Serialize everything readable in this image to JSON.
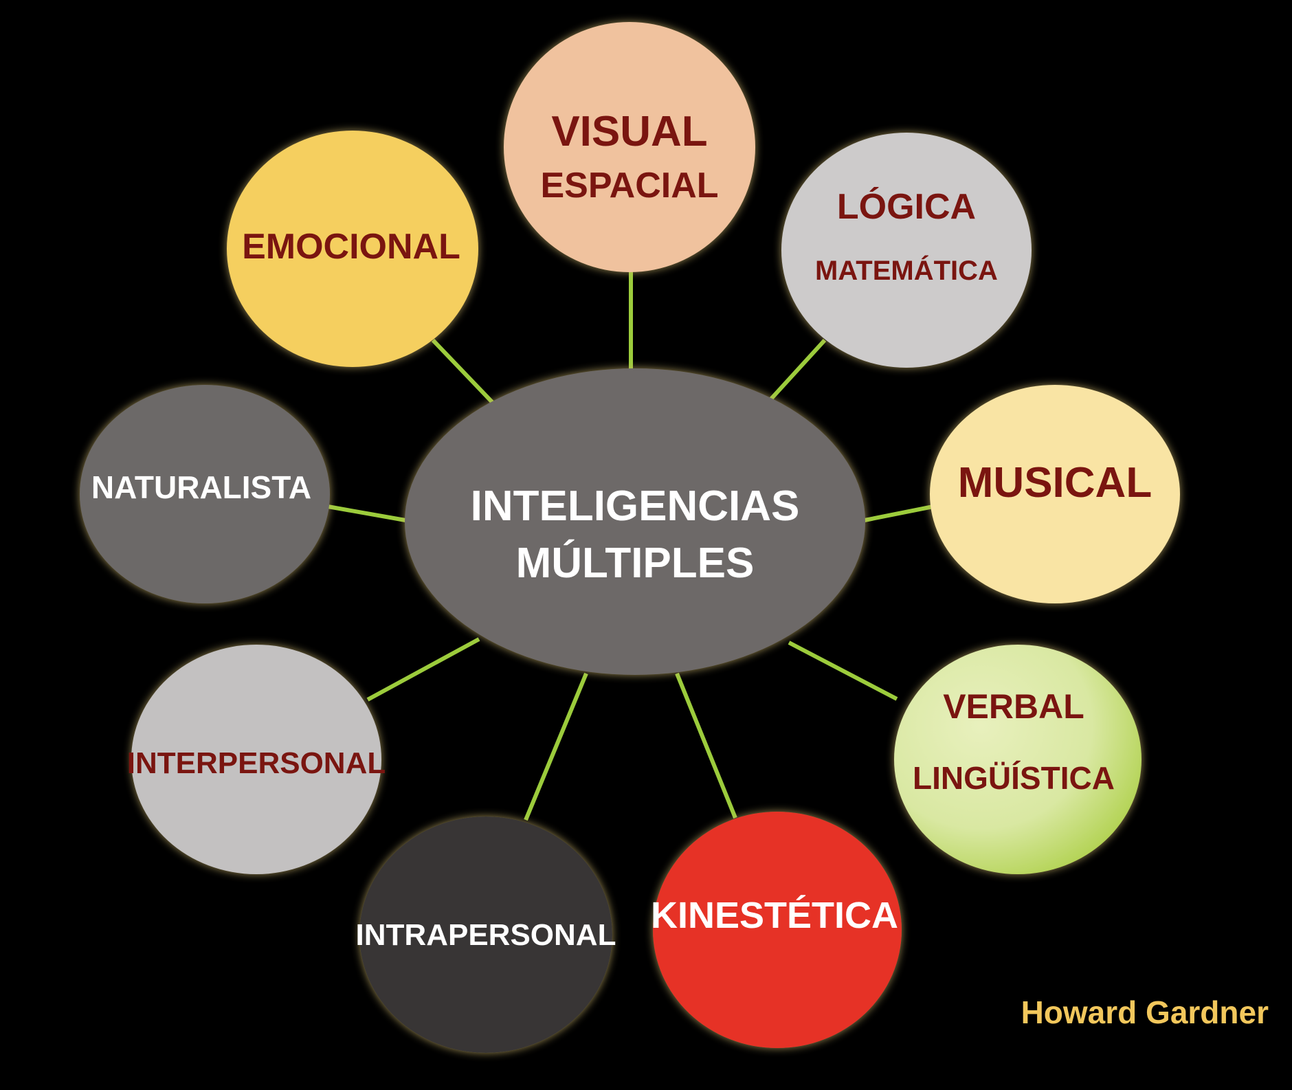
{
  "center": {
    "line1": "INTELIGENCIAS",
    "line2": "MÚLTIPLES",
    "fill": "#6d6968",
    "text_color": "#ffffff"
  },
  "nodes": [
    {
      "id": "visual",
      "line1": "VISUAL",
      "line2": "ESPACIAL",
      "fill": "#f0c29e",
      "text_color": "#7a1510"
    },
    {
      "id": "logica",
      "line1": "LÓGICA",
      "line2": "MATEMÁTICA",
      "fill": "#cdcbcb",
      "text_color": "#7a1510"
    },
    {
      "id": "musical",
      "line1": "MUSICAL",
      "line2": "",
      "fill": "#f9e4a4",
      "text_color": "#7a1510"
    },
    {
      "id": "verbal",
      "line1": "VERBAL",
      "line2": "LINGÜÍSTICA",
      "fill": "#d8e8a0",
      "text_color": "#7a1510"
    },
    {
      "id": "kinestetica",
      "line1": "KINESTÉTICA",
      "line2": "",
      "fill": "#e63225",
      "text_color": "#ffffff"
    },
    {
      "id": "intrapersonal",
      "line1": "INTRAPERSONAL",
      "line2": "",
      "fill": "#373535",
      "text_color": "#ffffff"
    },
    {
      "id": "interpersonal",
      "line1": "INTERPERSONAL",
      "line2": "",
      "fill": "#c3c1c1",
      "text_color": "#7a1510"
    },
    {
      "id": "naturalista",
      "line1": "NATURALISTA",
      "line2": "",
      "fill": "#6c6968",
      "text_color": "#ffffff"
    },
    {
      "id": "emocional",
      "line1": "EMOCIONAL",
      "line2": "",
      "fill": "#f5cf5e",
      "text_color": "#7a1510"
    }
  ],
  "connector_color": "#9ccc3c",
  "glow_color": "#c9b36a",
  "author": {
    "text": "Howard Gardner",
    "color": "#f2c75c"
  }
}
